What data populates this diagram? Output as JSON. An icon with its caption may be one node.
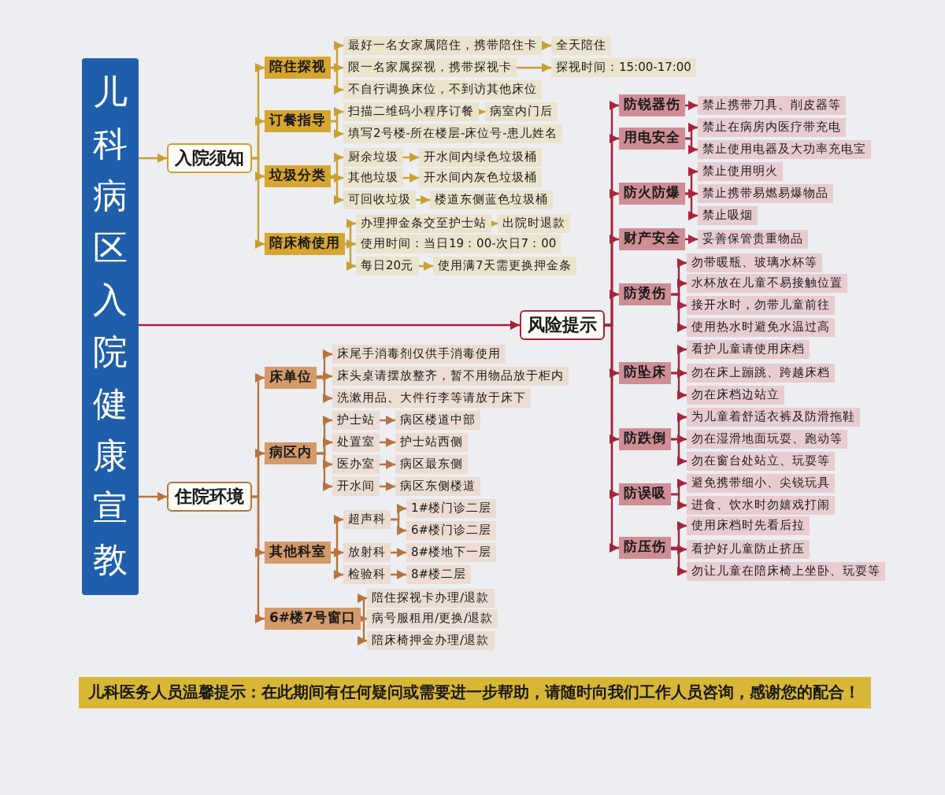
{
  "diagram": {
    "nodes": [
      {
        "text": [
          "儿科病区入院健康宣教"
        ]
      },
      {
        "text": [
          "入院须知"
        ]
      },
      {
        "text": [
          "风险提示"
        ]
      },
      {
        "text": [
          "住院环境"
        ]
      },
      {
        "text": [
          "陪住探视"
        ]
      },
      {
        "text": [
          "最好一名女家属陪住，携带陪住卡"
        ]
      },
      {
        "text": [
          "全天陪住"
        ]
      },
      {
        "text": [
          "限一名家属探视，携带探视卡"
        ]
      },
      {
        "text": [
          "探视时间：15:00-17:00"
        ]
      },
      {
        "text": [
          "不自行调换床位，不到访其他床位"
        ]
      },
      {
        "text": [
          "订餐指导"
        ]
      },
      {
        "text": [
          "扫描二维码小程序订餐"
        ]
      },
      {
        "text": [
          "病室内门后"
        ]
      },
      {
        "text": [
          "填写2号楼-所在楼层-床位号-患儿姓名"
        ]
      },
      {
        "text": [
          "垃圾分类"
        ]
      },
      {
        "text": [
          "厨余垃圾"
        ]
      },
      {
        "text": [
          "开水间内绿色垃圾桶"
        ]
      },
      {
        "text": [
          "其他垃圾"
        ]
      },
      {
        "text": [
          "开水间内灰色垃圾桶"
        ]
      },
      {
        "text": [
          "可回收垃圾"
        ]
      },
      {
        "text": [
          "楼道东侧蓝色垃圾桶"
        ]
      },
      {
        "text": [
          "陪床椅使用"
        ]
      },
      {
        "text": [
          "办理押金条交至护士站"
        ]
      },
      {
        "text": [
          "出院时退款"
        ]
      },
      {
        "text": [
          "使用时间：当日19：00-次日7：00"
        ]
      },
      {
        "text": [
          "每日20元"
        ]
      },
      {
        "text": [
          "使用满7天需更换押金条"
        ]
      },
      {
        "text": [
          "防锐器伤"
        ]
      },
      {
        "text": [
          "禁止携带刀具、削皮器等"
        ]
      },
      {
        "text": [
          "用电安全"
        ]
      },
      {
        "text": [
          "禁止在病房内医疗带充电"
        ]
      },
      {
        "text": [
          "禁止使用电器及大功率充电宝"
        ]
      },
      {
        "text": [
          "防火防爆"
        ]
      },
      {
        "text": [
          "禁止使用明火"
        ]
      },
      {
        "text": [
          "禁止携带易燃易爆物品"
        ]
      },
      {
        "text": [
          "禁止吸烟"
        ]
      },
      {
        "text": [
          "财产安全"
        ]
      },
      {
        "text": [
          "妥善保管贵重物品"
        ]
      },
      {
        "text": [
          "防烫伤"
        ]
      },
      {
        "text": [
          "勿带暖瓶、玻璃水杯等"
        ]
      },
      {
        "text": [
          "水杯放在儿童不易接触位置"
        ]
      },
      {
        "text": [
          "接开水时，勿带儿童前往"
        ]
      },
      {
        "text": [
          "使用热水时避免水温过高"
        ]
      },
      {
        "text": [
          "防坠床"
        ]
      },
      {
        "text": [
          "看护儿童请使用床档"
        ]
      },
      {
        "text": [
          "勿在床上蹦跳、跨越床档"
        ]
      },
      {
        "text": [
          "勿在床档边站立"
        ]
      },
      {
        "text": [
          "防跌倒"
        ]
      },
      {
        "text": [
          "为儿童着舒适衣裤及防滑拖鞋"
        ]
      },
      {
        "text": [
          "勿在湿滑地面玩耍、跑动等"
        ]
      },
      {
        "text": [
          "勿在窗台处站立、玩耍等"
        ]
      },
      {
        "text": [
          "防误吸"
        ]
      },
      {
        "text": [
          "避免携带细小、尖锐玩具"
        ]
      },
      {
        "text": [
          "进食、饮水时勿嬉戏打闹"
        ]
      },
      {
        "text": [
          "防压伤"
        ]
      },
      {
        "text": [
          "使用床档时先看后拉"
        ]
      },
      {
        "text": [
          "看护好儿童防止挤压"
        ]
      },
      {
        "text": [
          "勿让儿童在陪床椅上坐卧、玩耍等"
        ]
      },
      {
        "text": [
          "床单位"
        ]
      },
      {
        "text": [
          "床尾手消毒剂仅供手消毒使用"
        ]
      },
      {
        "text": [
          "床头桌请摆放整齐，暂不用物品放于柜内"
        ]
      },
      {
        "text": [
          "洗漱用品、大件行李等请放于床下"
        ]
      },
      {
        "text": [
          "病区内"
        ]
      },
      {
        "text": [
          "护士站"
        ]
      },
      {
        "text": [
          "病区楼道中部"
        ]
      },
      {
        "text": [
          "处置室"
        ]
      },
      {
        "text": [
          "护士站西侧"
        ]
      },
      {
        "text": [
          "医办室"
        ]
      },
      {
        "text": [
          "病区最东侧"
        ]
      },
      {
        "text": [
          "开水间"
        ]
      },
      {
        "text": [
          "病区东侧楼道"
        ]
      },
      {
        "text": [
          "其他科室"
        ]
      },
      {
        "text": [
          "超声科"
        ]
      },
      {
        "text": [
          "1#楼门诊二层"
        ]
      },
      {
        "text": [
          "6#楼门诊二层"
        ]
      },
      {
        "text": [
          "放射科"
        ]
      },
      {
        "text": [
          "8#楼地下一层"
        ]
      },
      {
        "text": [
          "检验科"
        ]
      },
      {
        "text": [
          "8#楼二层"
        ]
      },
      {
        "text": [
          "6#楼7号窗口"
        ]
      },
      {
        "text": [
          "陪住探视卡办理/退款"
        ]
      },
      {
        "text": [
          "病号服租用/更换/退款"
        ]
      },
      {
        "text": [
          "陪床椅押金办理/退款"
        ]
      },
      {
        "text": [
          "儿科医务人员温馨提示：在此期间有任何疑问或需要进一步帮助，请随时向我们工作人员咨询，感谢您的配合！"
        ]
      }
    ],
    "edges": [
      {
        "from": 0,
        "to": 1,
        "arrow": "to",
        "color": "#c9a030"
      },
      {
        "from": 0,
        "to": 2,
        "arrow": "to"
      },
      {
        "from": 0,
        "to": 3,
        "arrow": "to",
        "color": "#b8743c"
      },
      {
        "from": 1,
        "to": 4,
        "arrow": "to",
        "color": "#c9a030"
      },
      {
        "from": 1,
        "to": 10,
        "arrow": "to",
        "color": "#c9a030"
      },
      {
        "from": 1,
        "to": 14,
        "arrow": "to",
        "color": "#c9a030"
      },
      {
        "from": 1,
        "to": 21,
        "arrow": "to",
        "color": "#c9a030"
      },
      {
        "from": 4,
        "to": 5,
        "arrow": "to",
        "color": "#c9a030"
      },
      {
        "from": 4,
        "to": 7,
        "arrow": "to",
        "color": "#c9a030"
      },
      {
        "from": 4,
        "to": 9,
        "arrow": "to",
        "color": "#c9a030"
      },
      {
        "from": 5,
        "to": 6,
        "arrow": "to",
        "color": "#c9a030"
      },
      {
        "from": 7,
        "to": 8,
        "arrow": "to",
        "color": "#c9a030"
      },
      {
        "from": 10,
        "to": 11,
        "arrow": "to",
        "color": "#c9a030"
      },
      {
        "from": 10,
        "to": 13,
        "arrow": "to",
        "color": "#c9a030"
      },
      {
        "from": 11,
        "to": 12,
        "arrow": "to",
        "color": "#c9a030"
      },
      {
        "from": 14,
        "to": 15,
        "arrow": "to",
        "color": "#c9a030"
      },
      {
        "from": 14,
        "to": 17,
        "arrow": "to",
        "color": "#c9a030"
      },
      {
        "from": 14,
        "to": 19,
        "arrow": "to",
        "color": "#c9a030"
      },
      {
        "from": 15,
        "to": 16,
        "arrow": "to",
        "color": "#c9a030"
      },
      {
        "from": 17,
        "to": 18,
        "arrow": "to",
        "color": "#c9a030"
      },
      {
        "from": 19,
        "to": 20,
        "arrow": "to",
        "color": "#c9a030"
      },
      {
        "from": 21,
        "to": 22,
        "arrow": "to",
        "color": "#c9a030"
      },
      {
        "from": 21,
        "to": 24,
        "arrow": "to",
        "color": "#c9a030"
      },
      {
        "from": 21,
        "to": 25,
        "arrow": "to",
        "color": "#c9a030"
      },
      {
        "from": 22,
        "to": 23,
        "arrow": "to",
        "color": "#c9a030"
      },
      {
        "from": 25,
        "to": 26,
        "arrow": "to",
        "color": "#c9a030"
      },
      {
        "from": 2,
        "to": 27,
        "arrow": "to"
      },
      {
        "from": 2,
        "to": 29,
        "arrow": "to"
      },
      {
        "from": 2,
        "to": 32,
        "arrow": "to"
      },
      {
        "from": 2,
        "to": 36,
        "arrow": "to"
      },
      {
        "from": 2,
        "to": 38,
        "arrow": "to"
      },
      {
        "from": 2,
        "to": 43,
        "arrow": "to"
      },
      {
        "from": 2,
        "to": 47,
        "arrow": "to"
      },
      {
        "from": 2,
        "to": 51,
        "arrow": "to"
      },
      {
        "from": 2,
        "to": 54,
        "arrow": "to"
      },
      {
        "from": 27,
        "to": 28,
        "arrow": "to"
      },
      {
        "from": 29,
        "to": 30,
        "arrow": "to"
      },
      {
        "from": 29,
        "to": 31,
        "arrow": "to"
      },
      {
        "from": 32,
        "to": 33,
        "arrow": "to"
      },
      {
        "from": 32,
        "to": 34,
        "arrow": "to"
      },
      {
        "from": 32,
        "to": 35,
        "arrow": "to"
      },
      {
        "from": 36,
        "to": 37,
        "arrow": "to"
      },
      {
        "from": 38,
        "to": 39,
        "arrow": "to"
      },
      {
        "from": 38,
        "to": 40,
        "arrow": "to"
      },
      {
        "from": 38,
        "to": 41,
        "arrow": "to"
      },
      {
        "from": 38,
        "to": 42,
        "arrow": "to"
      },
      {
        "from": 43,
        "to": 44,
        "arrow": "to"
      },
      {
        "from": 43,
        "to": 45,
        "arrow": "to"
      },
      {
        "from": 43,
        "to": 46,
        "arrow": "to"
      },
      {
        "from": 47,
        "to": 48,
        "arrow": "to"
      },
      {
        "from": 47,
        "to": 49,
        "arrow": "to"
      },
      {
        "from": 47,
        "to": 50,
        "arrow": "to"
      },
      {
        "from": 51,
        "to": 52,
        "arrow": "to"
      },
      {
        "from": 51,
        "to": 53,
        "arrow": "to"
      },
      {
        "from": 54,
        "to": 55,
        "arrow": "to"
      },
      {
        "from": 54,
        "to": 56,
        "arrow": "to"
      },
      {
        "from": 54,
        "to": 57,
        "arrow": "to"
      },
      {
        "from": 3,
        "to": 58,
        "arrow": "to",
        "color": "#b8743c"
      },
      {
        "from": 3,
        "to": 62,
        "arrow": "to",
        "color": "#b8743c"
      },
      {
        "from": 3,
        "to": 71,
        "arrow": "to",
        "color": "#b8743c"
      },
      {
        "from": 3,
        "to": 79,
        "arrow": "to",
        "color": "#b8743c"
      },
      {
        "from": 58,
        "to": 59,
        "arrow": "to",
        "color": "#b8743c"
      },
      {
        "from": 58,
        "to": 60,
        "arrow": "to",
        "color": "#b8743c"
      },
      {
        "from": 58,
        "to": 61,
        "arrow": "to",
        "color": "#b8743c"
      },
      {
        "from": 62,
        "to": 63,
        "arrow": "to",
        "color": "#b8743c"
      },
      {
        "from": 62,
        "to": 65,
        "arrow": "to",
        "color": "#b8743c"
      },
      {
        "from": 62,
        "to": 67,
        "arrow": "to",
        "color": "#b8743c"
      },
      {
        "from": 62,
        "to": 69,
        "arrow": "to",
        "color": "#b8743c"
      },
      {
        "from": 63,
        "to": 64,
        "arrow": "to",
        "color": "#b8743c"
      },
      {
        "from": 65,
        "to": 66,
        "arrow": "to",
        "color": "#b8743c"
      },
      {
        "from": 67,
        "to": 68,
        "arrow": "to",
        "color": "#b8743c"
      },
      {
        "from": 69,
        "to": 70,
        "arrow": "to",
        "color": "#b8743c"
      },
      {
        "from": 71,
        "to": 72,
        "arrow": "to",
        "color": "#b8743c"
      },
      {
        "from": 71,
        "to": 75,
        "arrow": "to",
        "color": "#b8743c"
      },
      {
        "from": 71,
        "to": 77,
        "arrow": "to",
        "color": "#b8743c"
      },
      {
        "from": 72,
        "to": 73,
        "arrow": "to",
        "color": "#b8743c"
      },
      {
        "from": 72,
        "to": 74,
        "arrow": "to",
        "color": "#b8743c"
      },
      {
        "from": 75,
        "to": 76,
        "arrow": "to",
        "color": "#b8743c"
      },
      {
        "from": 77,
        "to": 78,
        "arrow": "to",
        "color": "#b8743c"
      },
      {
        "from": 79,
        "to": 80,
        "arrow": "to",
        "color": "#b8743c"
      },
      {
        "from": 79,
        "to": 81,
        "arrow": "to",
        "color": "#b8743c"
      },
      {
        "from": 79,
        "to": 82,
        "arrow": "to",
        "color": "#b8743c"
      }
    ]
  }
}
